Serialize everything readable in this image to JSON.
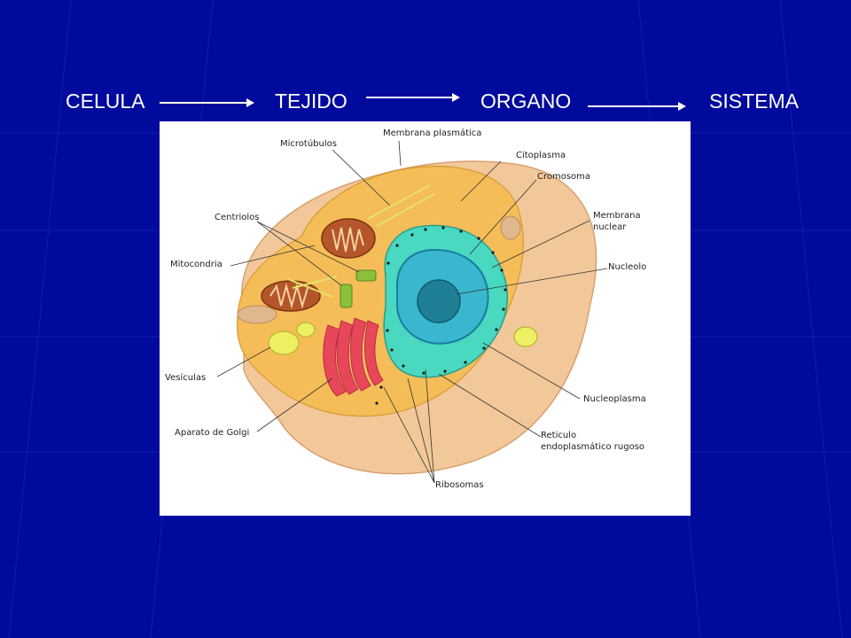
{
  "flow": {
    "steps": [
      "CELULA",
      "TEJIDO",
      "ORGANO",
      "SISTEMA"
    ]
  },
  "diagram": {
    "labels": {
      "microtubulos": "Microtúbulos",
      "membrana_plasmatica": "Membrana plasmática",
      "citoplasma": "Citoplasma",
      "cromosoma": "Cromosoma",
      "centriolos": "Centriolos",
      "membrana_nuclear_1": "Membrana",
      "membrana_nuclear_2": "nuclear",
      "mitocondria": "Mitocondria",
      "nucleolo": "Nucleolo",
      "vesiculas": "Vesículas",
      "nucleoplasma": "Nucleoplasma",
      "aparato_golgi": "Aparato de Golgi",
      "reticulo_1": "Reticulo",
      "reticulo_2": "endoplasmático rugoso",
      "ribosomas": "Ribosomas"
    }
  },
  "colors": {
    "background": "#000a9c",
    "text": "#ffffff",
    "cytoplasm": "#f5bd58",
    "membrane": "#f2c89a",
    "nucleus": "#3ab6cf",
    "nucleolus": "#1f7f95",
    "er": "#49d8c0",
    "golgi": "#e8475a",
    "mitochondria": "#b5562a",
    "vesicle": "#eef063",
    "centriole": "#8cbf3a"
  }
}
